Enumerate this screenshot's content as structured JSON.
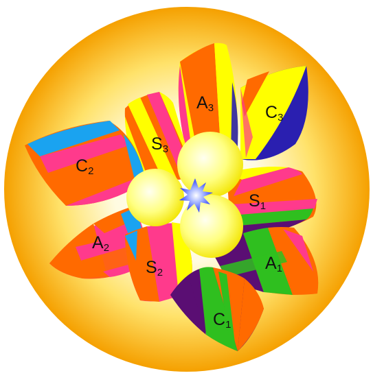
{
  "diagram": {
    "colors": {
      "background_center": "#ffffff",
      "background_mid": "#ffe680",
      "background_edge": "#f5a000",
      "yellow": "#ffff00",
      "orange": "#ff6a00",
      "pink": "#ff3a8c",
      "blue": "#2a1fb0",
      "sky": "#1aa3f0",
      "purple": "#5a0e73",
      "green": "#2fbf1f",
      "star": "#3a4cff"
    },
    "petals": [
      {
        "id": "A3",
        "letter": "A",
        "sub": "3"
      },
      {
        "id": "C3",
        "letter": "C",
        "sub": "3"
      },
      {
        "id": "S3",
        "letter": "S",
        "sub": "3"
      },
      {
        "id": "C2",
        "letter": "C",
        "sub": "2"
      },
      {
        "id": "S1",
        "letter": "S",
        "sub": "1"
      },
      {
        "id": "A2",
        "letter": "A",
        "sub": "2"
      },
      {
        "id": "S2",
        "letter": "S",
        "sub": "2"
      },
      {
        "id": "A1",
        "letter": "A",
        "sub": "1"
      },
      {
        "id": "C1",
        "letter": "C",
        "sub": "1"
      }
    ]
  }
}
